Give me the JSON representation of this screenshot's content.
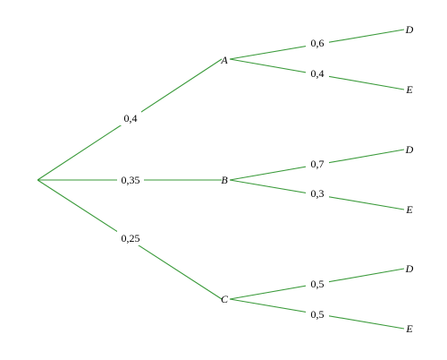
{
  "tree": {
    "level1": [
      {
        "node": "A",
        "probability": "0,4"
      },
      {
        "node": "B",
        "probability": "0,35"
      },
      {
        "node": "C",
        "probability": "0,25"
      }
    ],
    "level2": {
      "A": [
        {
          "node": "D",
          "probability": "0,6"
        },
        {
          "node": "E",
          "probability": "0,4"
        }
      ],
      "B": [
        {
          "node": "D",
          "probability": "0,7"
        },
        {
          "node": "E",
          "probability": "0,3"
        }
      ],
      "C": [
        {
          "node": "D",
          "probability": "0,5"
        },
        {
          "node": "E",
          "probability": "0,5"
        }
      ]
    },
    "colors": {
      "branch": "#3a9a3a"
    }
  }
}
